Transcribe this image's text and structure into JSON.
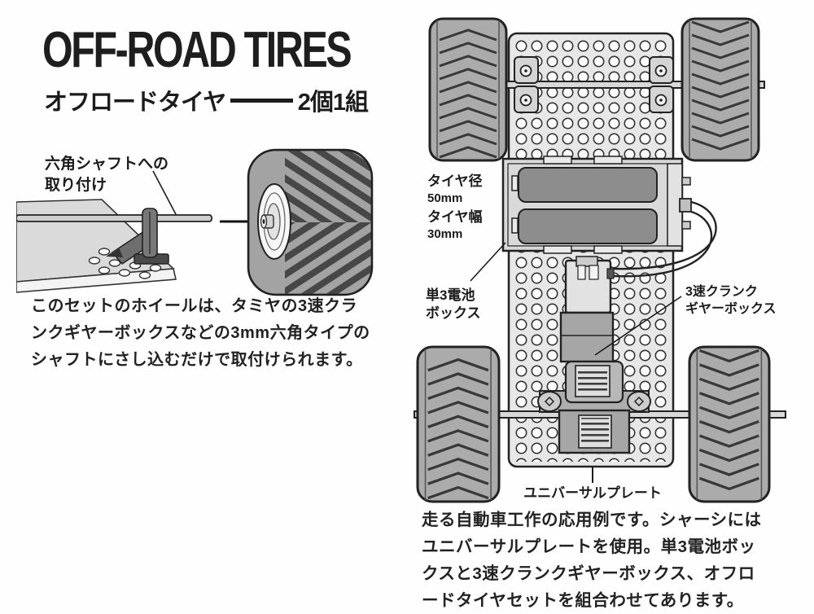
{
  "header": {
    "title": "OFF-ROAD TIRES",
    "subtitle_name": "オフロードタイヤ",
    "subtitle_qty": "2個1組"
  },
  "attachment_diagram": {
    "caption_line1": "六角シャフトへの",
    "caption_line2": "取り付け"
  },
  "intro_text": {
    "lines": [
      "このセットのホイールは、タミヤの3速クラ",
      "ンクギヤーボックスなどの3mm六角タイプの",
      "シャフトにさし込むだけで取付けられます。"
    ]
  },
  "chassis_diagram": {
    "labels": {
      "tire_diameter_name": "タイヤ径",
      "tire_diameter_value": "50mm",
      "tire_width_name": "タイヤ幅",
      "tire_width_value": "30mm",
      "battery_box_line1": "単3電池",
      "battery_box_line2": "ボックス",
      "gearbox_line1": "3速クランク",
      "gearbox_line2": "ギヤーボックス",
      "universal_plate": "ユニバーサルプレート"
    }
  },
  "application_text": {
    "lines": [
      "走る自動車工作の応用例です。シャーシには",
      "ユニバーサルプレートを使用。単3電池ボッ",
      "クスと3速クランクギヤーボックス、オフロ",
      "ードタイヤセットを組合わせてあります。"
    ]
  },
  "colors": {
    "ink": "#1c1c1c",
    "plate_fill": "#e7e7e7",
    "tire_fill": "#ababab",
    "battery_fill": "#8d8d8d"
  }
}
